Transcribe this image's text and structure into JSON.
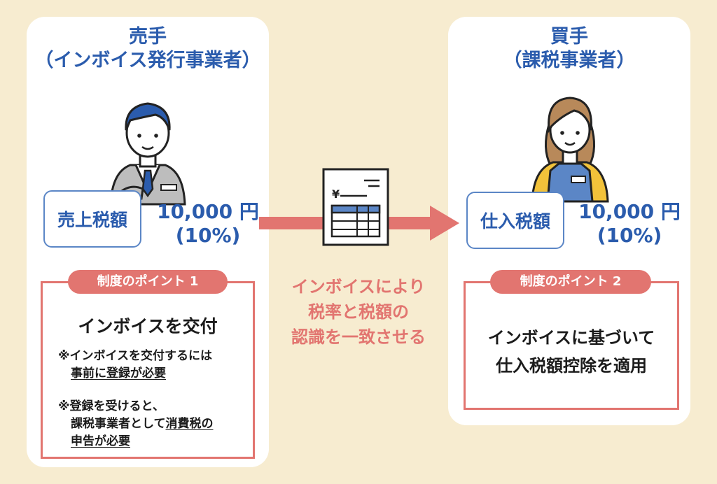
{
  "seller": {
    "title_line1": "売手",
    "title_line2": "（インボイス発行事業者）",
    "tax_label": "売上税額",
    "amount": "10,000 円",
    "rate": "(10%)",
    "point_badge": "制度のポイント 1",
    "point_main": "インボイスを交付",
    "note1_line1": "※インボイスを交付するには",
    "note1_line2": "事前に登録が必要",
    "note2_line1": "※登録を受けると、",
    "note2_line2a": "課税事業者として",
    "note2_line2b": "消費税の",
    "note2_line3": "申告が必要"
  },
  "buyer": {
    "title_line1": "買手",
    "title_line2": "（課税事業者）",
    "tax_label": "仕入税額",
    "amount": "10,000 円",
    "rate": "(10%)",
    "point_badge": "制度のポイント 2",
    "point_main_line1": "インボイスに基づいて",
    "point_main_line2": "仕入税額控除を適用"
  },
  "invoice": {
    "yen_symbol": "¥"
  },
  "center_message": {
    "line1": "インボイスにより",
    "line2": "税率と税額の",
    "line3": "認識を一致させる"
  },
  "colors": {
    "background": "#f7ecd0",
    "blue": "#2b5cad",
    "accent": "#e27570"
  }
}
